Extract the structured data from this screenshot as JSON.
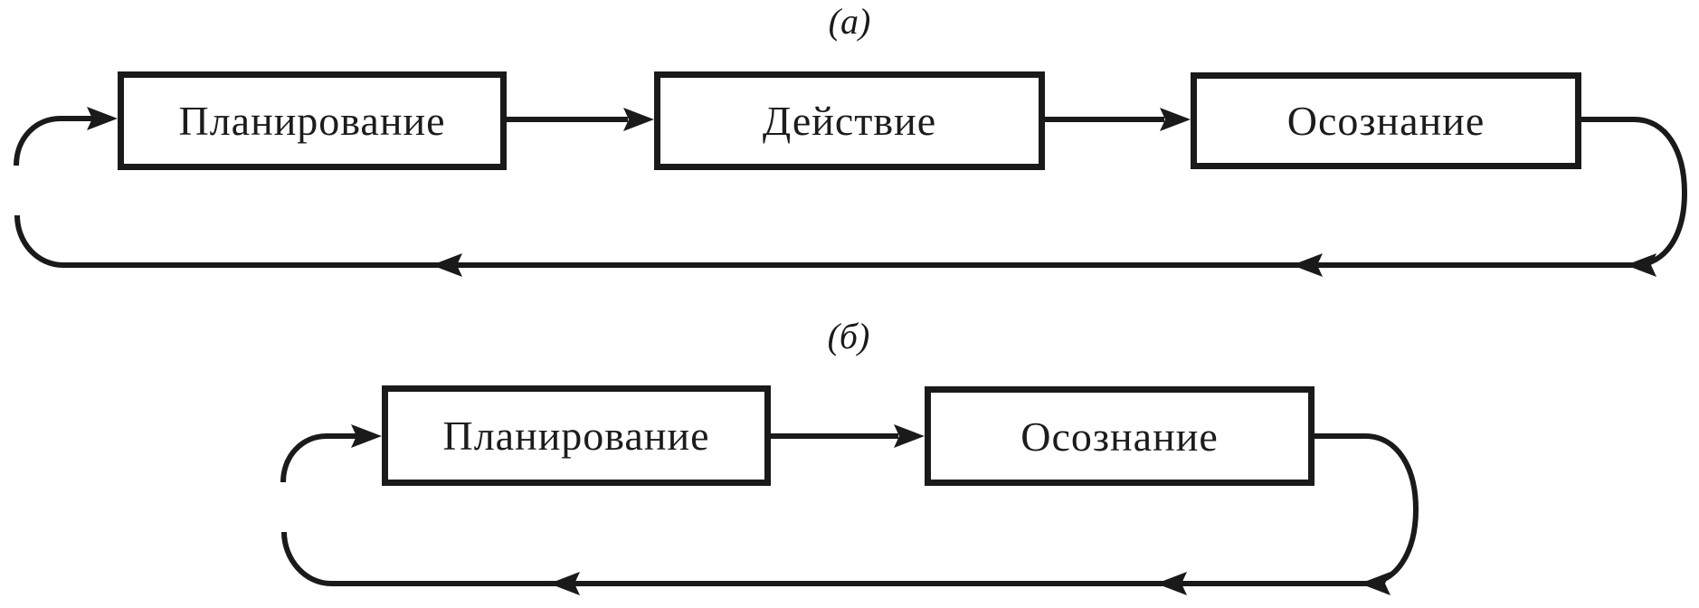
{
  "colors": {
    "line": "#1a1a1a",
    "background": "#ffffff"
  },
  "diagram_a": {
    "caption": "(а)",
    "boxes": [
      {
        "label": "Планирование"
      },
      {
        "label": "Действие"
      },
      {
        "label": "Осознание"
      }
    ],
    "flow": "Планирование → Действие → Осознание → (feedback loop back to Планирование)"
  },
  "diagram_b": {
    "caption": "(б)",
    "boxes": [
      {
        "label": "Планирование"
      },
      {
        "label": "Осознание"
      }
    ],
    "flow": "Планирование → Осознание → (feedback loop back to Планирование)"
  }
}
